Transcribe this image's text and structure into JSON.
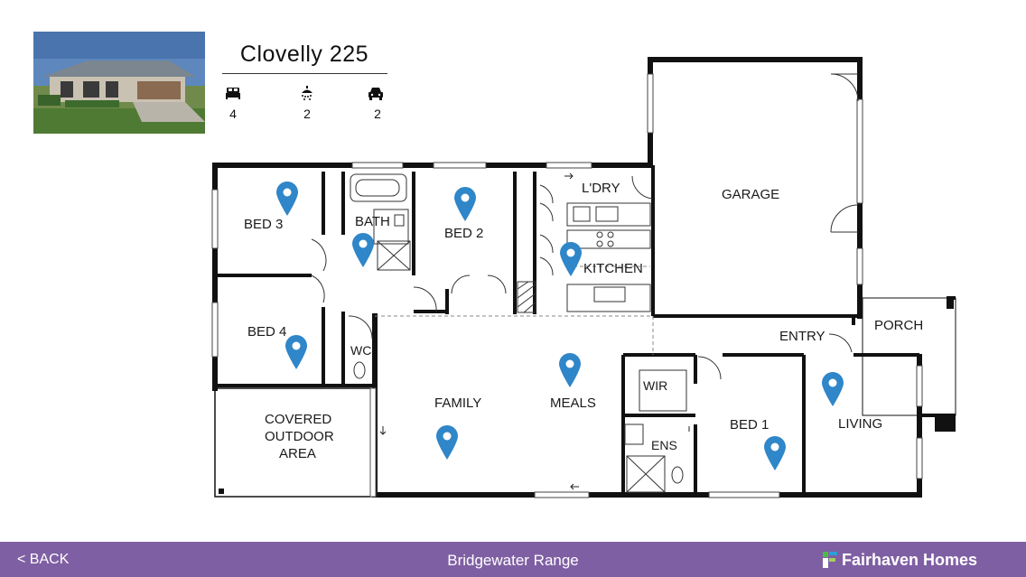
{
  "header": {
    "title": "Clovelly 225",
    "specs": [
      {
        "icon": "bed-icon",
        "value": "4"
      },
      {
        "icon": "shower-icon",
        "value": "2"
      },
      {
        "icon": "car-icon",
        "value": "2"
      }
    ]
  },
  "rooms": {
    "bed3": "BED 3",
    "bath": "BATH",
    "bed2": "BED 2",
    "laundry": "L'DRY",
    "kitchen": "KITCHEN",
    "garage": "GARAGE",
    "bed4": "BED 4",
    "wc": "WC",
    "entry": "ENTRY",
    "porch": "PORCH",
    "family": "FAMILY",
    "meals": "MEALS",
    "wir": "WIR",
    "ens": "ENS",
    "bed1": "BED 1",
    "living": "LIVING",
    "covered_line1": "COVERED",
    "covered_line2": "OUTDOOR",
    "covered_line3": "AREA"
  },
  "colors": {
    "footer": "#7f5fa3",
    "pin": "#2f86c8",
    "wall": "#111111"
  },
  "footer": {
    "back_label": "< BACK",
    "range_label": "Bridgewater Range",
    "brand_label": "Fairhaven Homes",
    "brand_icon": "fairhaven-logo-icon"
  }
}
